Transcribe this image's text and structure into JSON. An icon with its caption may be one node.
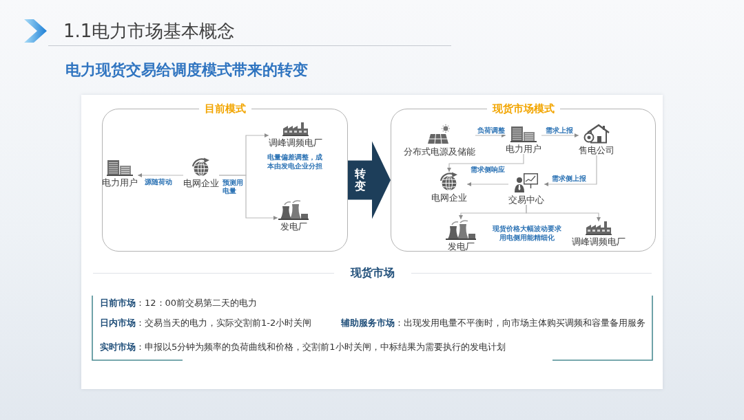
{
  "diagram": {
    "title": "1.1电力市场基本概念",
    "nodes": [
      {
        "text": [
          "目前模式"
        ]
      },
      {
        "text": [
          "电力用户"
        ],
        "in": 0
      },
      {
        "text": [
          "电网企业"
        ],
        "in": 0
      },
      {
        "text": [
          "调峰调频电厂"
        ],
        "in": 0,
        "beside": [
          "电量偏差调整，成本由发电企业分担"
        ]
      },
      {
        "text": [
          "发电厂"
        ],
        "in": 0
      },
      {
        "text": [
          "现货市场模式"
        ]
      },
      {
        "text": [
          "分布式电源及储能"
        ],
        "in": 5
      },
      {
        "text": [
          "电力用户"
        ],
        "in": 5
      },
      {
        "text": [
          "售电公司"
        ],
        "in": 5
      },
      {
        "text": [
          "电网企业"
        ],
        "in": 5
      },
      {
        "text": [
          "交易中心"
        ],
        "in": 5
      },
      {
        "text": [
          "发电厂"
        ],
        "in": 5
      },
      {
        "text": [
          "调峰调频电厂"
        ],
        "in": 5
      },
      {
        "text": [
          "现货市场",
          "**日前市场**：12：00前交易第二天的电力",
          "**日内市场**：交易当天的电力，实际交割前1-2小时关闸",
          "**辅助服务市场**：出现发用电量不平衡时，向市场主体购买调频和容量备用服务",
          "**实时市场**：申报以5分钟为频率的负荷曲线和价格，交割前1小时关闸，中标结果为需要执行的发电计划"
        ]
      }
    ],
    "edges": [
      {
        "from": 2,
        "to": 1,
        "arrow": "to",
        "label": "源随荷动"
      },
      {
        "from": 2,
        "to": 3,
        "arrow": "to",
        "label": "预测用电量"
      },
      {
        "from": 2,
        "to": 4,
        "arrow": "to"
      },
      {
        "from": 0,
        "to": 5,
        "arrow": "to",
        "label": "转变",
        "style": "thick",
        "color": "#1d3e5a"
      },
      {
        "from": 6,
        "to": 7,
        "arrow": "to",
        "label": "负荷调整"
      },
      {
        "from": 7,
        "to": 8,
        "arrow": "to",
        "label": "需求上报"
      },
      {
        "from": 7,
        "to": 9,
        "arrow": "to",
        "label": "需求侧响应"
      },
      {
        "from": 8,
        "to": 10,
        "arrow": "to",
        "label": "需求侧上报"
      },
      {
        "from": 10,
        "to": 9,
        "arrow": "to"
      },
      {
        "from": 10,
        "to": 11,
        "arrow": "to"
      },
      {
        "from": 10,
        "to": 12,
        "arrow": "to"
      }
    ],
    "labels": [
      "电力现货交易给调度模式带来的转变",
      "现货价格大幅波动要求用电侧用能精细化"
    ]
  }
}
